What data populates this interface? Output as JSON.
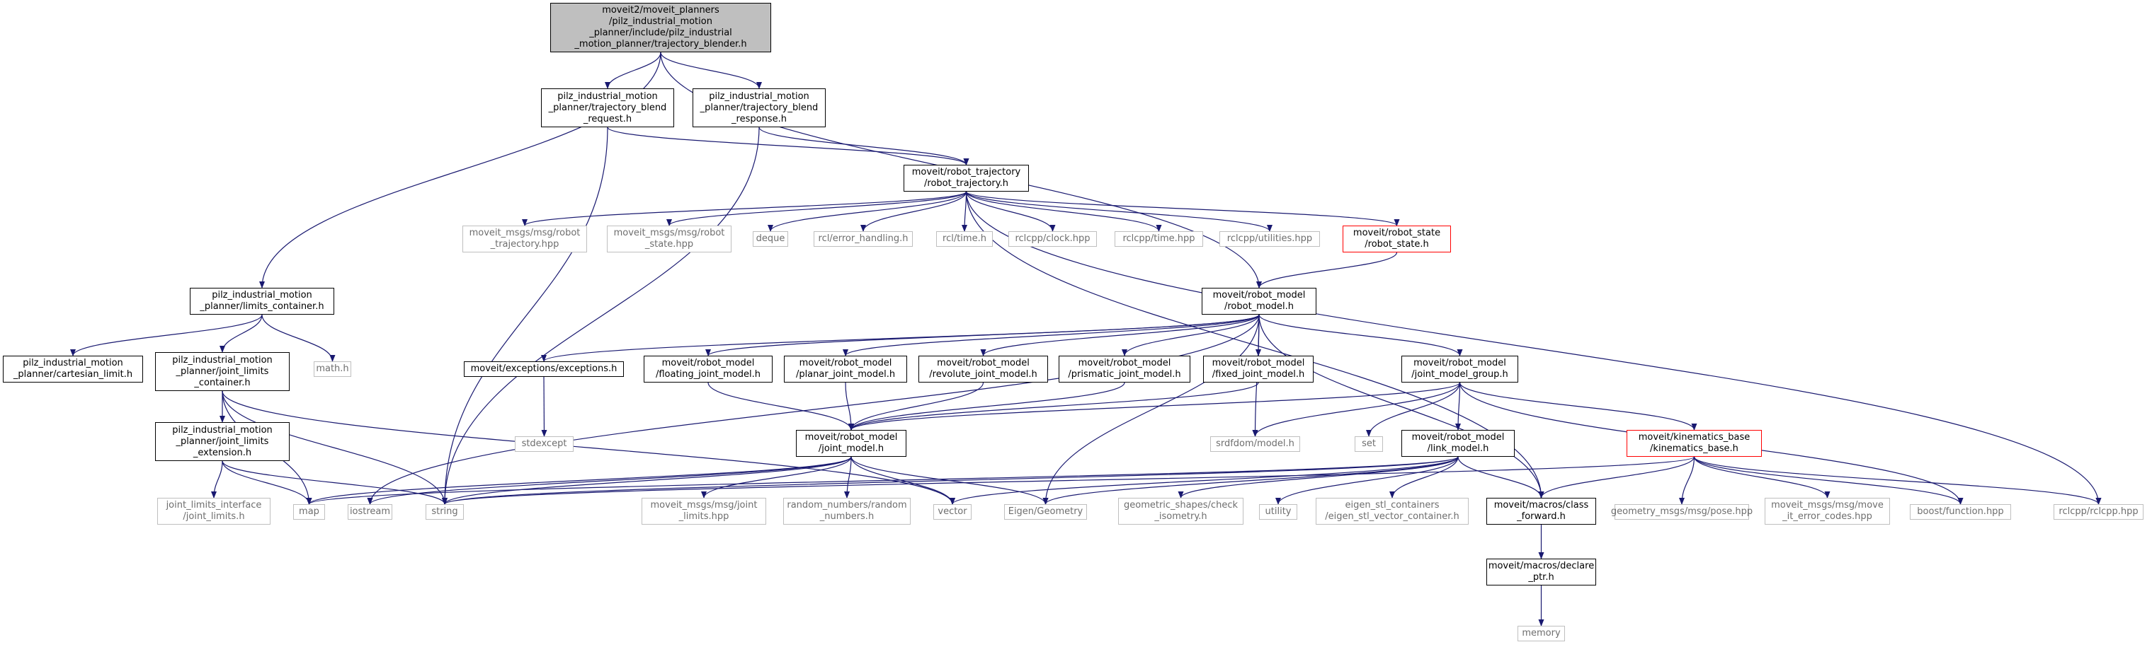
{
  "colors": {
    "edge": "#191970",
    "node_border": "#000000",
    "system_border": "#bfbfbf",
    "system_text": "#6e6e6e",
    "truncated_border": "#ff0000",
    "root_fill": "#bfbfbf"
  },
  "nodes": {
    "root": "moveit2/moveit_planners\n/pilz_industrial_motion\n_planner/include/pilz_industrial\n_motion_planner/trajectory_blender.h",
    "blend_request": "pilz_industrial_motion\n_planner/trajectory_blend\n_request.h",
    "blend_response": "pilz_industrial_motion\n_planner/trajectory_blend\n_response.h",
    "robot_trajectory": "moveit/robot_trajectory\n/robot_trajectory.h",
    "limits_container": "pilz_industrial_motion\n_planner/limits_container.h",
    "cartesian_limit": "pilz_industrial_motion\n_planner/cartesian_limit.h",
    "jl_container": "pilz_industrial_motion\n_planner/joint_limits\n_container.h",
    "jl_extension": "pilz_industrial_motion\n_planner/joint_limits\n_extension.h",
    "jl_interface": "joint_limits_interface\n/joint_limits.h",
    "math": "math.h",
    "map": "map",
    "iostream": "iostream",
    "string": "string",
    "msg_robot_traj": "moveit_msgs/msg/robot\n_trajectory.hpp",
    "msg_robot_state": "moveit_msgs/msg/robot\n_state.hpp",
    "deque": "deque",
    "rcl_error": "rcl/error_handling.h",
    "rcl_time": "rcl/time.h",
    "rclcpp_clock": "rclcpp/clock.hpp",
    "rclcpp_time": "rclcpp/time.hpp",
    "rclcpp_util": "rclcpp/utilities.hpp",
    "robot_state": "moveit/robot_state\n/robot_state.h",
    "robot_model": "moveit/robot_model\n/robot_model.h",
    "exceptions": "moveit/exceptions/exceptions.h",
    "stdexcept": "stdexcept",
    "floating_jm": "moveit/robot_model\n/floating_joint_model.h",
    "planar_jm": "moveit/robot_model\n/planar_joint_model.h",
    "revolute_jm": "moveit/robot_model\n/revolute_joint_model.h",
    "prismatic_jm": "moveit/robot_model\n/prismatic_joint_model.h",
    "fixed_jm": "moveit/robot_model\n/fixed_joint_model.h",
    "jmg": "moveit/robot_model\n/joint_model_group.h",
    "joint_model": "moveit/robot_model\n/joint_model.h",
    "srdfdom": "srdfdom/model.h",
    "set": "set",
    "link_model": "moveit/robot_model\n/link_model.h",
    "kin_base": "moveit/kinematics_base\n/kinematics_base.h",
    "msg_jl": "moveit_msgs/msg/joint\n_limits.hpp",
    "random_numbers": "random_numbers/random\n_numbers.h",
    "vector": "vector",
    "eigen": "Eigen/Geometry",
    "geom_shapes": "geometric_shapes/check\n_isometry.h",
    "utility": "utility",
    "eigen_stl": "eigen_stl_containers\n/eigen_stl_vector_container.h",
    "class_forward": "moveit/macros/class\n_forward.h",
    "pose": "geometry_msgs/msg/pose.hpp",
    "error_codes": "moveit_msgs/msg/move\n_it_error_codes.hpp",
    "boost_function": "boost/function.hpp",
    "rclcpp": "rclcpp/rclcpp.hpp",
    "declare_ptr": "moveit/macros/declare\n_ptr.h",
    "memory": "memory"
  }
}
